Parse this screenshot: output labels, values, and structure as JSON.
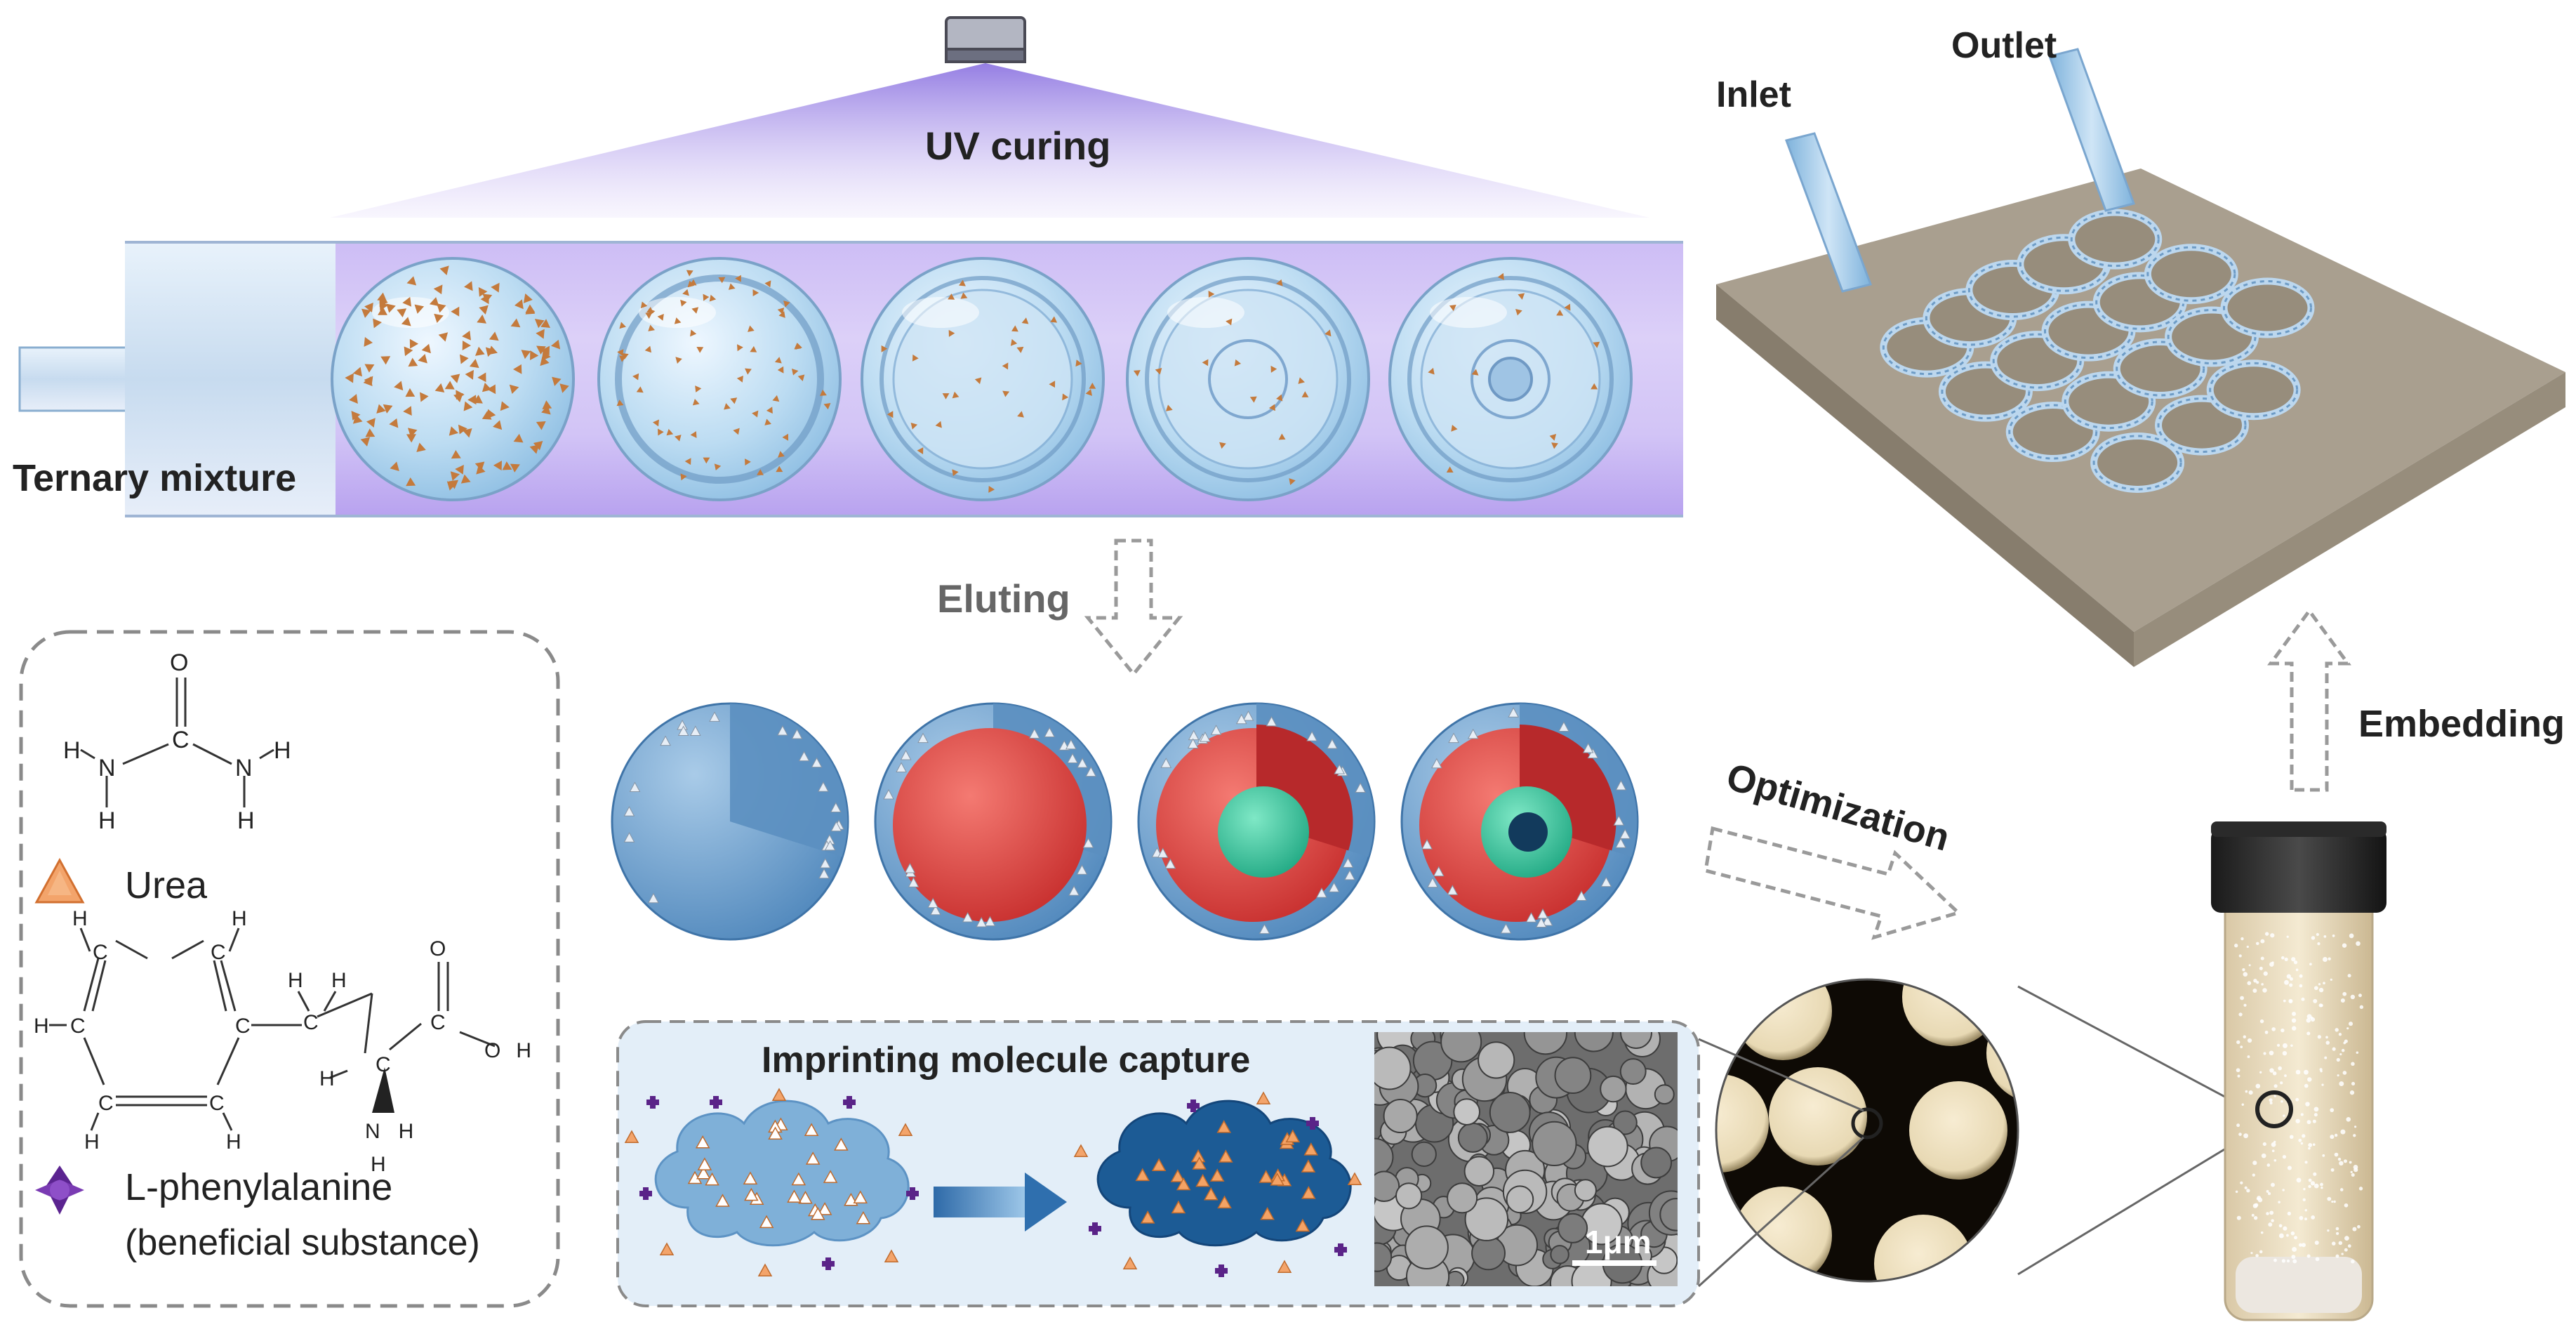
{
  "labels": {
    "uv_curing": "UV curing",
    "ternary_mixture": "Ternary mixture",
    "eluting": "Eluting",
    "optimization": "Optimization",
    "embedding": "Embedding",
    "inlet": "Inlet",
    "outlet": "Outlet",
    "imprinting_title": "Imprinting molecule capture",
    "scale_bar": "1μm"
  },
  "legend": {
    "urea": "Urea",
    "phe_line1": "L-phenylalanine",
    "phe_line2": "(beneficial substance)"
  },
  "atoms": {
    "O": "O",
    "C": "C",
    "N": "N",
    "H": "H",
    "OH": "OH",
    "NH": "NH"
  },
  "colors": {
    "uv_purple": "#8a6fe0",
    "droplet_blue": "#bcdcf2",
    "shell_blue": "#6b9cc8",
    "core_red": "#e24b4b",
    "core_green": "#3fc9a5",
    "cloud_light": "#7fb0d8",
    "cloud_dark": "#1c5b95",
    "urea_orange": "#f0a060",
    "phe_purple": "#6a2a9a",
    "chip_grey": "#a79d8d"
  }
}
